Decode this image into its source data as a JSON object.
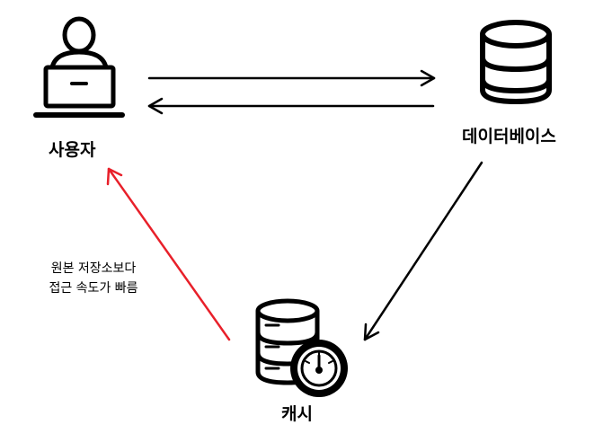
{
  "nodes": {
    "user": {
      "label": "사용자",
      "icon": "user-laptop-icon"
    },
    "database": {
      "label": "데이터베이스",
      "icon": "database-icon"
    },
    "cache": {
      "label": "캐시",
      "icon": "cache-server-gauge-icon"
    }
  },
  "edges": [
    {
      "from": "user",
      "to": "database",
      "color": "#000000"
    },
    {
      "from": "database",
      "to": "user",
      "color": "#000000"
    },
    {
      "from": "database",
      "to": "cache",
      "color": "#000000"
    },
    {
      "from": "cache",
      "to": "user",
      "color": "#e8202a"
    }
  ],
  "annotation": {
    "line1": "원본 저장소보다",
    "line2": "접근 속도가 빠름"
  },
  "colors": {
    "accent": "#e8202a",
    "stroke": "#000000"
  }
}
